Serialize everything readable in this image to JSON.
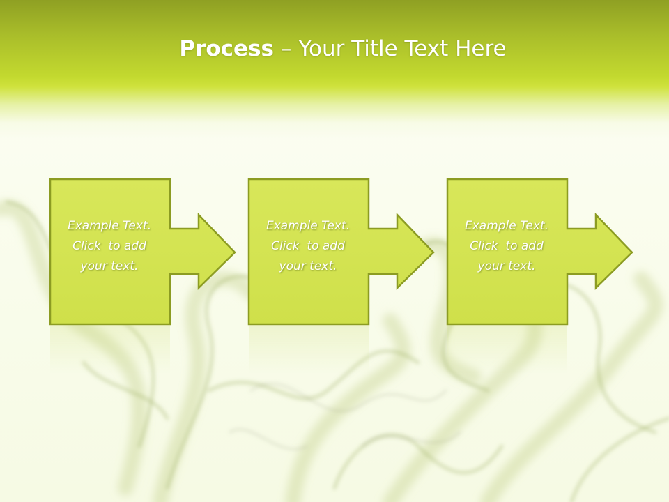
{
  "slide": {
    "title_bold": "Process",
    "title_rest": " – Your Title Text Here"
  },
  "steps": [
    {
      "line1": "Example Text.",
      "line2": "Click  to add",
      "line3": "your text."
    },
    {
      "line1": "Example Text.",
      "line2": "Click  to add",
      "line3": "your text."
    },
    {
      "line1": "Example Text.",
      "line2": "Click  to add",
      "line3": "your text."
    }
  ],
  "colors": {
    "header": "#c3d92f",
    "shape_fill": "#d6e64f",
    "shape_border": "#8c9c22",
    "text": "#ffffff"
  }
}
